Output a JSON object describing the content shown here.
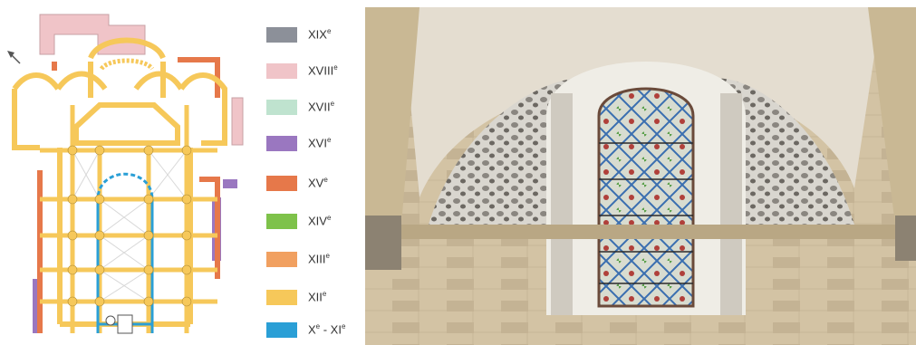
{
  "caption": "",
  "legend": [
    {
      "label": "XIX",
      "sup": "e",
      "color": "#8c9099"
    },
    {
      "label": "XVIII",
      "sup": "e",
      "color": "#f0c4c8"
    },
    {
      "label": "XVII",
      "sup": "e",
      "color": "#bfe3cf"
    },
    {
      "label": "XVI",
      "sup": "e",
      "color": "#9a77c0"
    },
    {
      "label": "XV",
      "sup": "e",
      "color": "#e6784a"
    },
    {
      "label": "XIV",
      "sup": "e",
      "color": "#7ec24a"
    },
    {
      "label": "XIII",
      "sup": "e",
      "color": "#f1a060"
    },
    {
      "label": "XII",
      "sup": "e",
      "color": "#f6c85a"
    },
    {
      "label": "X",
      "sup": "e",
      "label2": " - XI",
      "sup2": "e",
      "color": "#2a9fd6"
    }
  ],
  "colors": {
    "xii": "#f6c85a",
    "xiii": "#f1a060",
    "xv": "#e6784a",
    "xvi": "#9a77c0",
    "xviii": "#f0c4c8",
    "x_xi": "#2a9fd6",
    "stone": "#cdbd9e",
    "glass_blue": "#3b6fb0"
  }
}
